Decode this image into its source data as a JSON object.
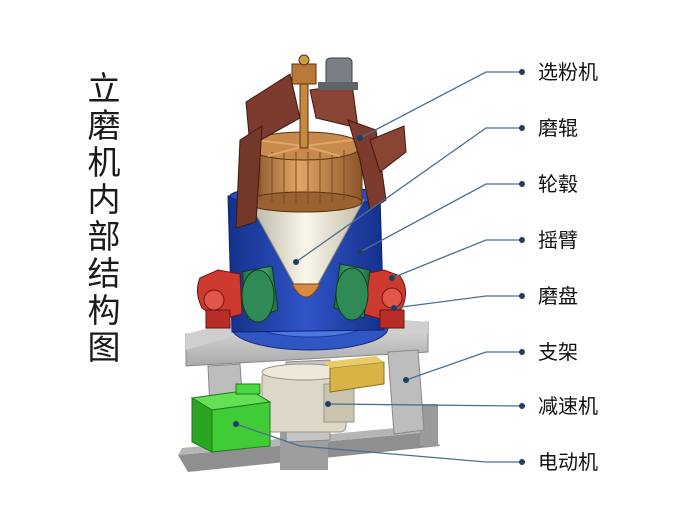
{
  "title": [
    "立",
    "磨",
    "机",
    "内",
    "部",
    "结",
    "构",
    "图"
  ],
  "labels": [
    "选粉机",
    "磨辊",
    "轮毂",
    "摇臂",
    "磨盘",
    "支架",
    "减速机",
    "电动机"
  ],
  "colors": {
    "line": "#4d6f8f",
    "dot": "#1d3f66",
    "frame": "#c9c9c9",
    "blue_body": "#1e3fa8",
    "bronze": "#b0743a",
    "brown": "#7a3a2c",
    "green_roller": "#2e8a55",
    "red_arm": "#c8322a",
    "motor_green": "#3ec83a",
    "reducer": "#d8d3c4",
    "gearbox": "#d2ad3a"
  }
}
